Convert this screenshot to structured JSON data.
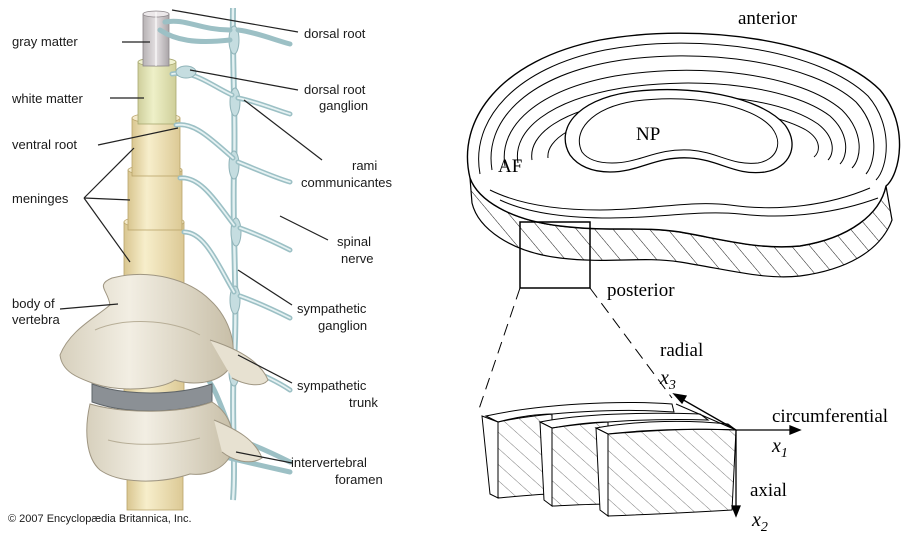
{
  "spine_diagram": {
    "labels_left": {
      "gray_matter": "gray matter",
      "white_matter": "white matter",
      "ventral_root": "ventral root",
      "meninges": "meninges",
      "body_of_vertebra_1": "body of",
      "body_of_vertebra_2": "vertebra"
    },
    "labels_right": {
      "dorsal_root": "dorsal root",
      "dorsal_root_ganglion_1": "dorsal root",
      "dorsal_root_ganglion_2": "ganglion",
      "rami_communicantes_1": "rami",
      "rami_communicantes_2": "communicantes",
      "spinal_nerve_1": "spinal",
      "spinal_nerve_2": "nerve",
      "sympathetic_ganglion_1": "sympathetic",
      "sympathetic_ganglion_2": "ganglion",
      "sympathetic_trunk_1": "sympathetic",
      "sympathetic_trunk_2": "trunk",
      "intervertebral_foramen_1": "intervertebral",
      "intervertebral_foramen_2": "foramen"
    },
    "copyright": "© 2007 Encyclopædia Britannica, Inc.",
    "colors": {
      "cord_cream": "#f2e6bf",
      "cord_shadow": "#d8c48e",
      "nerve_blue": "#c9dfe2",
      "nerve_stroke": "#8fb3b8",
      "bone": "#ebe6d8",
      "bone_shadow": "#b9b09c",
      "disc": "#8a8f94"
    }
  },
  "disc_diagram": {
    "anterior": "anterior",
    "posterior": "posterior",
    "np": "NP",
    "af": "AF",
    "radial": "radial",
    "circumferential": "circumferential",
    "axial": "axial",
    "x3": "x",
    "x3_sub": "3",
    "x1": "x",
    "x1_sub": "1",
    "x2": "x",
    "x2_sub": "2"
  }
}
